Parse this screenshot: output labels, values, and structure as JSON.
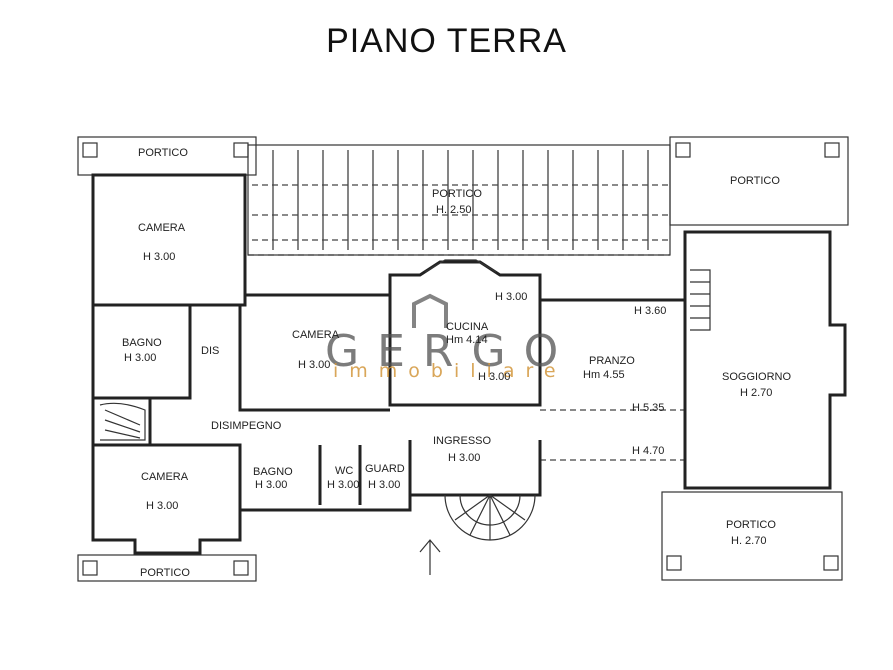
{
  "title": "PIANO TERRA",
  "rooms": {
    "portico_tl": "PORTICO",
    "portico_center": "PORTICO",
    "portico_center_h": "H. 2.50",
    "portico_tr": "PORTICO",
    "portico_br": "PORTICO",
    "portico_br_h": "H. 2.70",
    "portico_bl": "PORTICO",
    "camera_tl": "CAMERA",
    "camera_tl_h": "H 3.00",
    "bagno_l": "BAGNO",
    "bagno_l_h": "H 3.00",
    "dis": "DIS",
    "disimpegno": "DISIMPEGNO",
    "camera_bl": "CAMERA",
    "camera_bl_h": "H 3.00",
    "camera_mid": "CAMERA",
    "camera_mid_h": "H 3.00",
    "cucina": "CUCINA",
    "cucina_h": "Hm 4.14",
    "cucina_h_top": "H 3.00",
    "cucina_h_bottom": "H 3.00",
    "pranzo": "PRANZO",
    "pranzo_h": "Hm 4.55",
    "h_360": "H 3.60",
    "h_535": "H 5.35",
    "h_470": "H 4.70",
    "soggiorno": "SOGGIORNO",
    "soggiorno_h": "H 2.70",
    "ingresso": "INGRESSO",
    "ingresso_h": "H 3.00",
    "bagno_s": "BAGNO",
    "bagno_s_h": "H 3.00",
    "wc": "WC",
    "wc_h": "H 3.00",
    "guard": "GUARD",
    "guard_h": "H 3.00"
  },
  "watermark": {
    "brand": "GERGO",
    "sub": "immobiliare"
  },
  "colors": {
    "line": "#222222",
    "watermark_gray": "#505050",
    "watermark_orange": "#d2963c"
  }
}
